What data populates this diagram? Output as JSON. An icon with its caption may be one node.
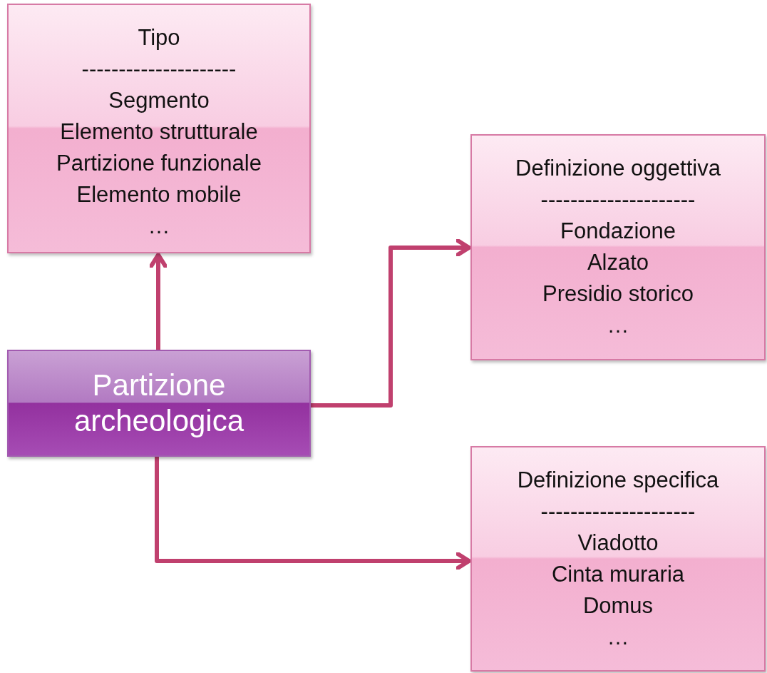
{
  "diagram": {
    "nodes": [
      {
        "text": [
          "Tipo",
          "---------------------",
          "Segmento",
          "Elemento strutturale",
          "Partizione funzionale",
          "Elemento mobile",
          "…"
        ]
      },
      {
        "text": [
          "Partizione archeologica"
        ]
      },
      {
        "text": [
          "Definizione oggettiva",
          "---------------------",
          "Fondazione",
          "Alzato",
          "Presidio storico",
          "…"
        ]
      },
      {
        "text": [
          "Definizione specifica",
          "---------------------",
          "Viadotto",
          "Cinta muraria",
          "Domus",
          "…"
        ]
      }
    ],
    "edges": [
      {
        "from": 1,
        "to": 0,
        "arrow": "to"
      },
      {
        "from": 1,
        "to": 2,
        "arrow": "to"
      },
      {
        "from": 1,
        "to": 3,
        "arrow": "to"
      }
    ]
  }
}
